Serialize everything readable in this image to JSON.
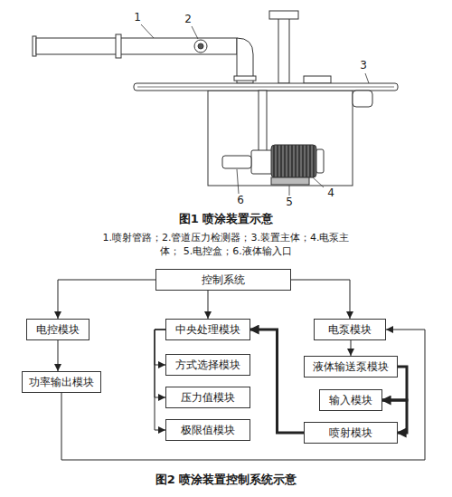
{
  "diagram": {
    "caption": "图2 喷涂装置控制系统示意",
    "nodes": [
      {
        "text": [
          "控制系统"
        ]
      },
      {
        "text": [
          "电控模块"
        ]
      },
      {
        "text": [
          "功率输出模块"
        ]
      },
      {
        "text": [
          "中央处理模块"
        ]
      },
      {
        "text": [
          "方式选择模块"
        ]
      },
      {
        "text": [
          "压力值模块"
        ]
      },
      {
        "text": [
          "极限值模块"
        ]
      },
      {
        "text": [
          "电泵模块"
        ]
      },
      {
        "text": [
          "液体输送泵模块"
        ]
      },
      {
        "text": [
          "输入模块"
        ]
      },
      {
        "text": [
          "喷射模块"
        ]
      }
    ],
    "edges": [
      {
        "from": 0,
        "to": 1,
        "arrow": "to"
      },
      {
        "from": 0,
        "to": 3,
        "arrow": "to"
      },
      {
        "from": 0,
        "to": 7,
        "arrow": "to"
      },
      {
        "from": 1,
        "to": 2,
        "arrow": "to"
      },
      {
        "from": 3,
        "to": 4,
        "arrow": "to"
      },
      {
        "from": 3,
        "to": 5,
        "arrow": "to"
      },
      {
        "from": 3,
        "to": 6,
        "arrow": "to"
      },
      {
        "from": 7,
        "to": 8,
        "arrow": "to"
      },
      {
        "from": 8,
        "to": 9,
        "arrow": "to"
      },
      {
        "from": 9,
        "to": 10,
        "arrow": "to"
      },
      {
        "from": 10,
        "to": 3,
        "arrow": "to"
      },
      {
        "from": 2,
        "to": 7,
        "arrow": "to"
      }
    ],
    "labels": [
      "1",
      "2",
      "3",
      "4",
      "5",
      "6",
      "图1 喷涂装置示意",
      "1.喷射管路；2.管道压力检测器；3.装置主体；4.电泵主体； 5.电控盒；6.液体输入口"
    ]
  }
}
